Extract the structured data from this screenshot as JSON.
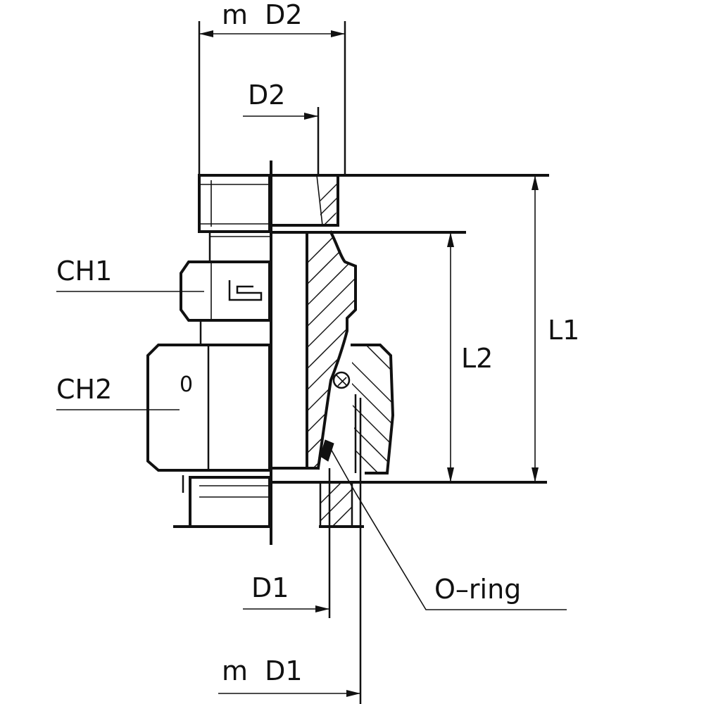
{
  "labels": {
    "m_d2": "m  D2",
    "d2": "D2",
    "ch1": "CH1",
    "ch2": "CH2",
    "zero": "0",
    "l1": "L1",
    "l2": "L2",
    "d1": "D1",
    "m_d1": "m  D1",
    "o_ring": "O–ring"
  }
}
